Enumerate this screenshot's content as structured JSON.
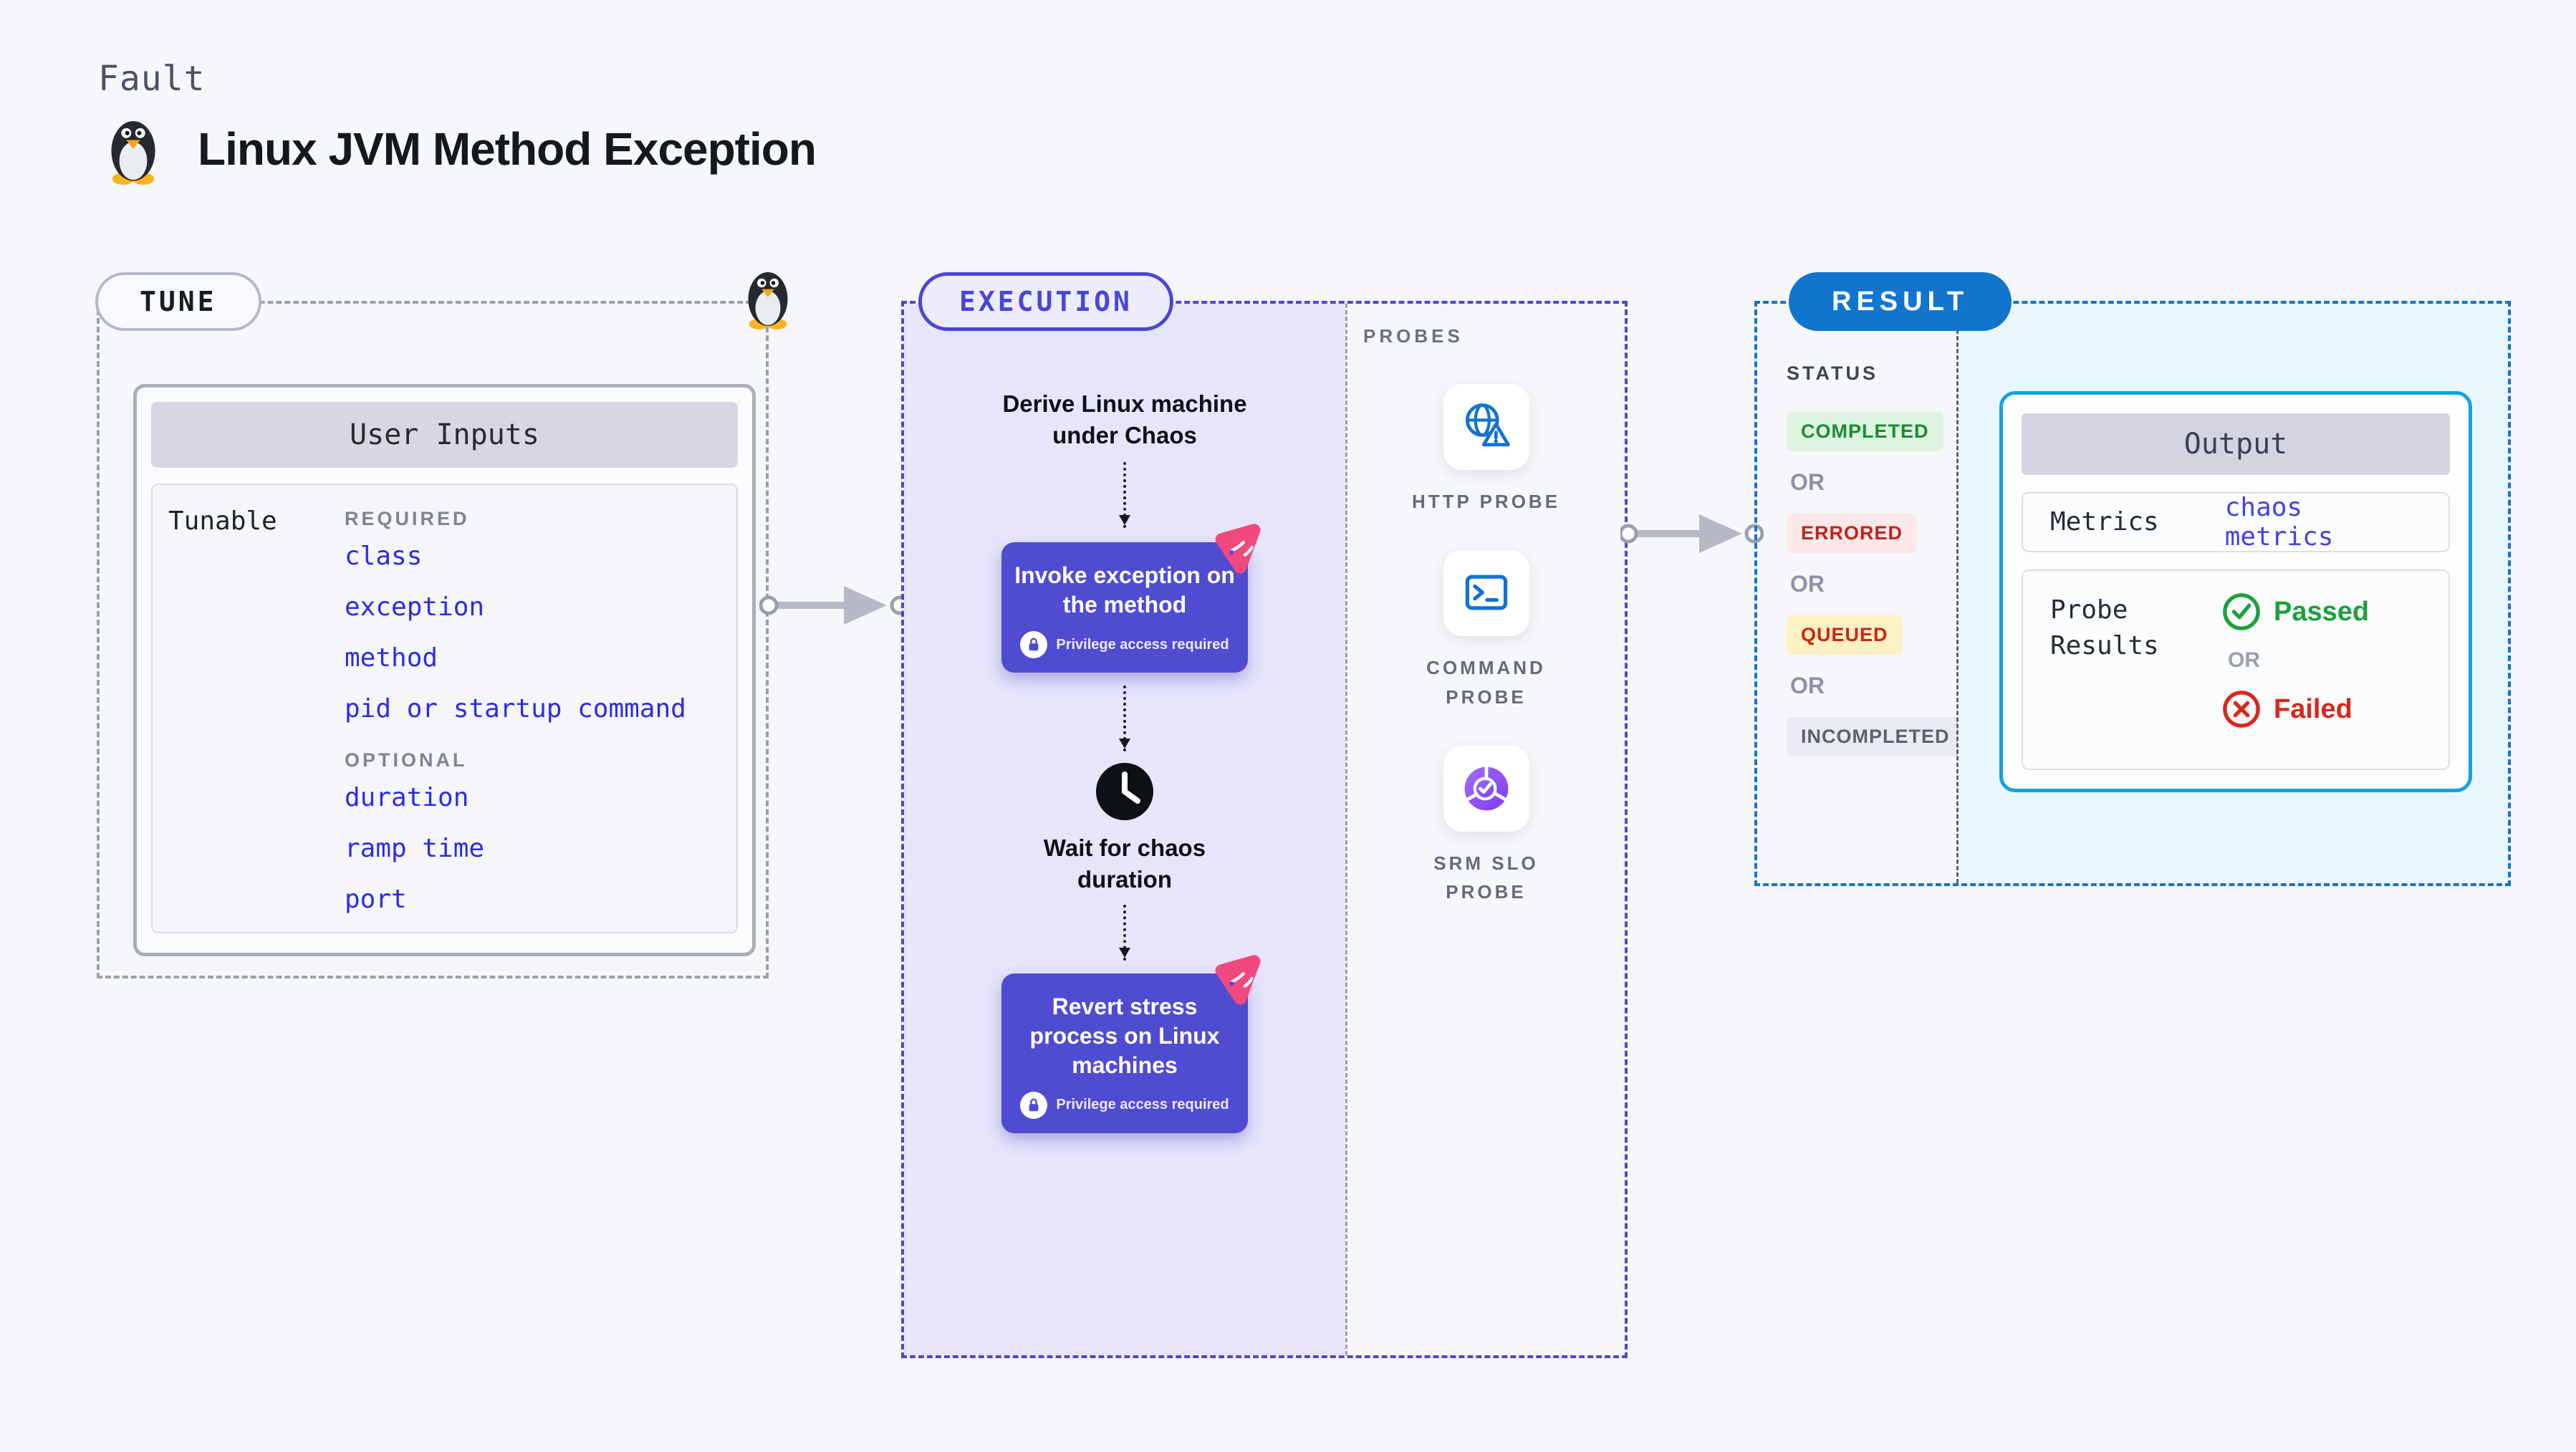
{
  "page": {
    "kicker": "Fault",
    "title": "Linux JVM Method Exception",
    "background": "#f6f7fa"
  },
  "tune": {
    "badge": "TUNE",
    "card": {
      "header": "User Inputs",
      "row_label": "Tunable",
      "required_label": "REQUIRED",
      "required_items": [
        "class",
        "exception",
        "method",
        "pid or startup command"
      ],
      "optional_label": "OPTIONAL",
      "optional_items": [
        "duration",
        "ramp time",
        "port"
      ],
      "item_color": "#2c2ce4"
    }
  },
  "execution": {
    "badge": "EXECUTION",
    "derive": "Derive Linux machine under Chaos",
    "invoke": "Invoke exception on the method",
    "wait": "Wait for chaos duration",
    "revert": "Revert stress process on Linux machines",
    "privilege": "Privilege access required",
    "panel_color": "#e6e5fb",
    "box_color": "#4f4cd2",
    "accent_color": "#4a46d8"
  },
  "probes": {
    "label": "PROBES",
    "items": [
      {
        "name": "HTTP PROBE",
        "icon": "globe-alert-icon"
      },
      {
        "name": "COMMAND PROBE",
        "icon": "terminal-icon"
      },
      {
        "name": "SRM SLO PROBE",
        "icon": "slo-pie-check-icon"
      }
    ],
    "icon_color": "#1273d2"
  },
  "result": {
    "badge": "RESULT",
    "badge_color": "#1174cd",
    "status_label": "STATUS",
    "or_label": "OR",
    "statuses": [
      {
        "label": "COMPLETED",
        "text_color": "#1a8c33",
        "bg": "#def3df"
      },
      {
        "label": "ERRORED",
        "text_color": "#c2231b",
        "bg": "#fbe9e9"
      },
      {
        "label": "QUEUED",
        "text_color": "#cd2410",
        "bg": "#fcf0c5"
      },
      {
        "label": "INCOMPLETED",
        "text_color": "#5a6170",
        "bg": "#eaeaf2"
      }
    ],
    "output": {
      "header": "Output",
      "metrics_label": "Metrics",
      "metrics_value": "chaos metrics",
      "probe_results_label": "Probe Results",
      "passed": "Passed",
      "failed": "Failed",
      "or_label": "OR",
      "passed_color": "#1ca13a",
      "failed_color": "#d9271a",
      "border_color": "#14a2e0"
    }
  },
  "icons": {
    "penguin": "tux-penguin",
    "lock": "padlock",
    "clock": "clock-face",
    "chaos": "chaos-triangle-badge",
    "check": "✓",
    "cross": "✕"
  }
}
